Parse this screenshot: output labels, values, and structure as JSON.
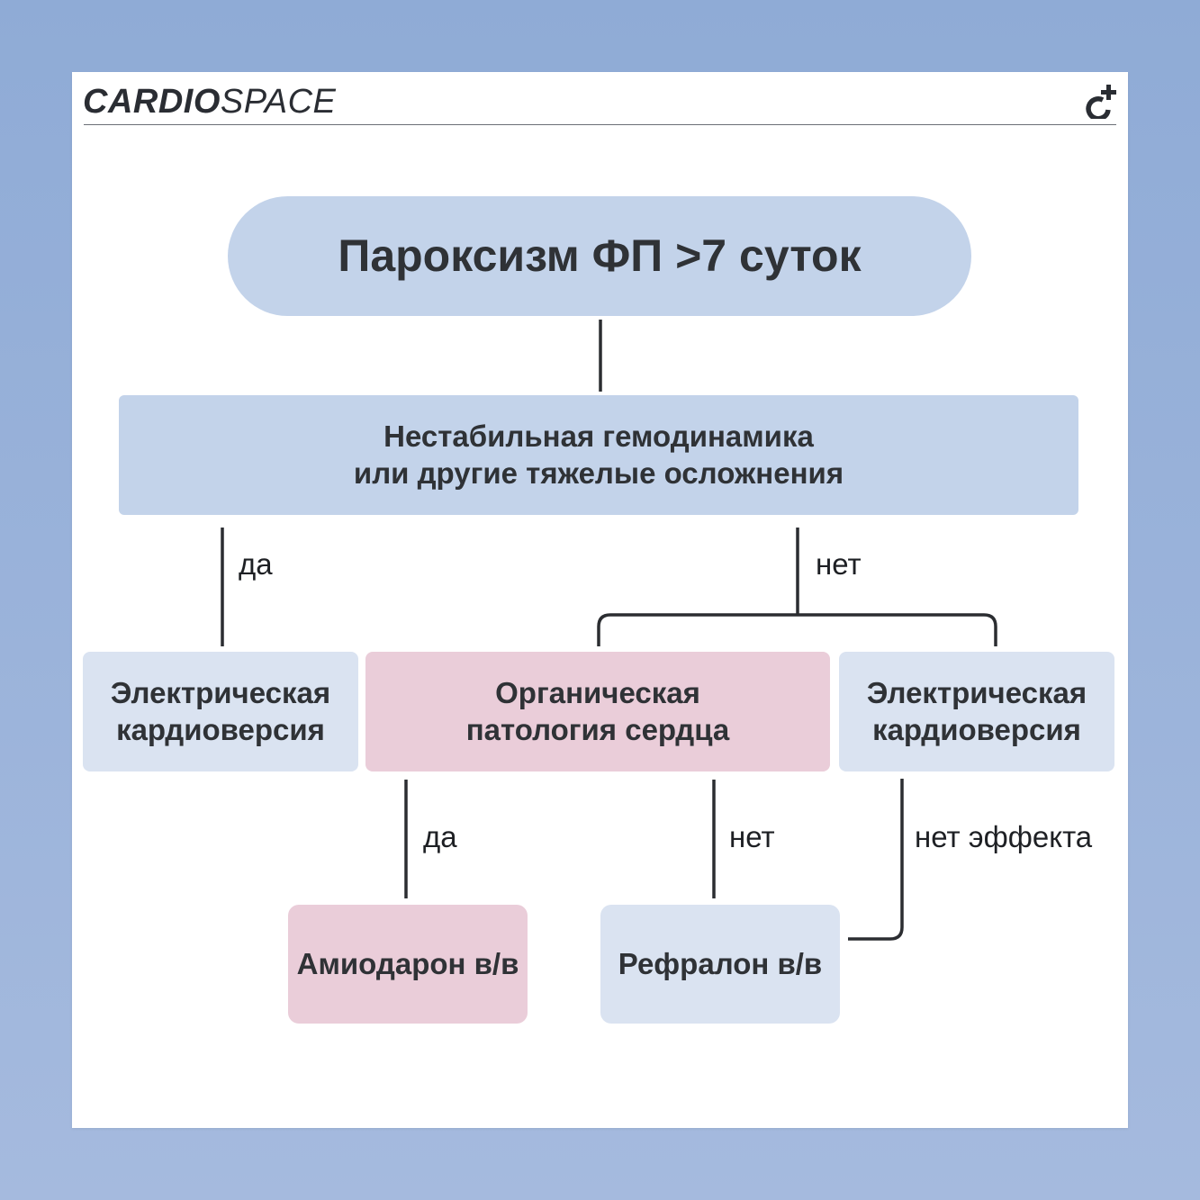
{
  "brand": {
    "bold": "CARDIO",
    "light": "SPACE",
    "icon": "heart-plus-logo-icon"
  },
  "nodes": {
    "top": "Пароксизм ФП >7 суток",
    "question": "Нестабильная гемодинамика\nили другие тяжелые осложнения",
    "ecv_left": "Электрическая\nкардиоверсия",
    "organic": "Органическая\nпатология сердца",
    "ecv_right": "Электрическая\nкардиоверсия",
    "amiodarone": "Амиодарон в/в",
    "refralon": "Рефралон в/в"
  },
  "edges": {
    "q_yes": "да",
    "q_no": "нет",
    "org_yes": "да",
    "org_no": "нет",
    "no_effect": "нет эффекта"
  },
  "colors": {
    "background": "#8fabd6",
    "node_primary": "#c3d3ea",
    "node_secondary": "#dae3f1",
    "node_highlight": "#eacdd9",
    "line": "#2b2d31"
  }
}
